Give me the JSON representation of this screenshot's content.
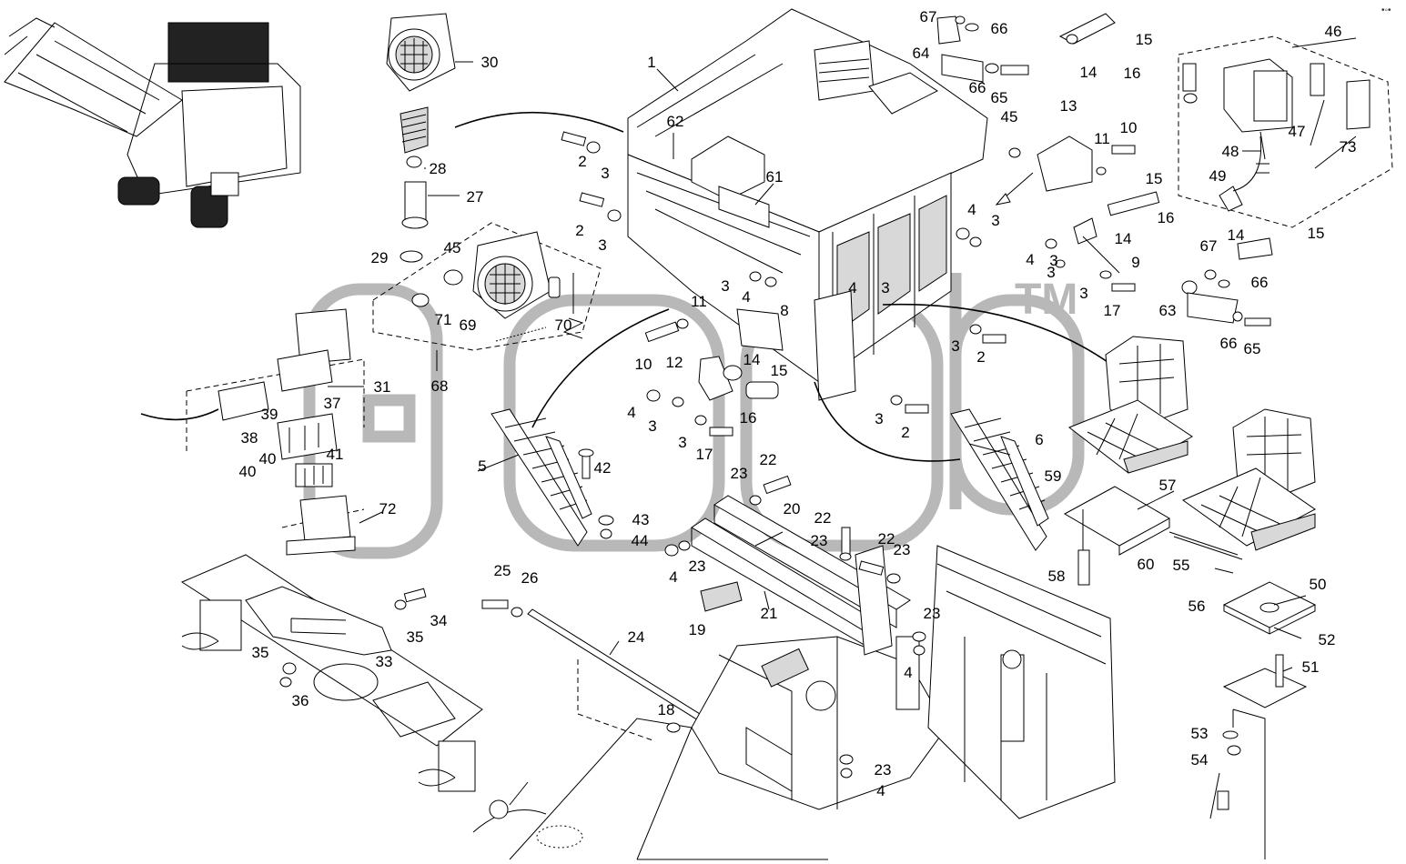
{
  "diagram": {
    "watermark_text": "TM",
    "corner_mark": "•◦•",
    "callouts": [
      {
        "id": "c1",
        "text": "1"
      },
      {
        "id": "c2a",
        "text": "2"
      },
      {
        "id": "c2b",
        "text": "2"
      },
      {
        "id": "c2c",
        "text": "2"
      },
      {
        "id": "c2d",
        "text": "2"
      },
      {
        "id": "c3a",
        "text": "3"
      },
      {
        "id": "c3b",
        "text": "3"
      },
      {
        "id": "c3c",
        "text": "3"
      },
      {
        "id": "c3d",
        "text": "3"
      },
      {
        "id": "c3e",
        "text": "3"
      },
      {
        "id": "c3f",
        "text": "3"
      },
      {
        "id": "c3g",
        "text": "3"
      },
      {
        "id": "c3h",
        "text": "3"
      },
      {
        "id": "c3i",
        "text": "3"
      },
      {
        "id": "c3j",
        "text": "3"
      },
      {
        "id": "c3k",
        "text": "3"
      },
      {
        "id": "c3l",
        "text": "3"
      },
      {
        "id": "c4a",
        "text": "4"
      },
      {
        "id": "c4b",
        "text": "4"
      },
      {
        "id": "c4c",
        "text": "4"
      },
      {
        "id": "c4d",
        "text": "4"
      },
      {
        "id": "c4e",
        "text": "4"
      },
      {
        "id": "c4f",
        "text": "4"
      },
      {
        "id": "c4g",
        "text": "4"
      },
      {
        "id": "c4h",
        "text": "4"
      },
      {
        "id": "c5",
        "text": "5"
      },
      {
        "id": "c6",
        "text": "6"
      },
      {
        "id": "c8",
        "text": "8"
      },
      {
        "id": "c9",
        "text": "9"
      },
      {
        "id": "c10a",
        "text": "10"
      },
      {
        "id": "c10b",
        "text": "10"
      },
      {
        "id": "c11a",
        "text": "11"
      },
      {
        "id": "c11b",
        "text": "11"
      },
      {
        "id": "c12",
        "text": "12"
      },
      {
        "id": "c13",
        "text": "13"
      },
      {
        "id": "c14a",
        "text": "14"
      },
      {
        "id": "c14b",
        "text": "14"
      },
      {
        "id": "c14c",
        "text": "14"
      },
      {
        "id": "c14d",
        "text": "14"
      },
      {
        "id": "c15a",
        "text": "15"
      },
      {
        "id": "c15b",
        "text": "15"
      },
      {
        "id": "c15c",
        "text": "15"
      },
      {
        "id": "c15d",
        "text": "15"
      },
      {
        "id": "c16a",
        "text": "16"
      },
      {
        "id": "c16b",
        "text": "16"
      },
      {
        "id": "c16c",
        "text": "16"
      },
      {
        "id": "c17a",
        "text": "17"
      },
      {
        "id": "c17b",
        "text": "17"
      },
      {
        "id": "c18",
        "text": "18"
      },
      {
        "id": "c19",
        "text": "19"
      },
      {
        "id": "c20",
        "text": "20"
      },
      {
        "id": "c21",
        "text": "21"
      },
      {
        "id": "c22a",
        "text": "22"
      },
      {
        "id": "c22b",
        "text": "22"
      },
      {
        "id": "c22c",
        "text": "22"
      },
      {
        "id": "c23a",
        "text": "23"
      },
      {
        "id": "c23b",
        "text": "23"
      },
      {
        "id": "c23c",
        "text": "23"
      },
      {
        "id": "c23d",
        "text": "23"
      },
      {
        "id": "c23e",
        "text": "23"
      },
      {
        "id": "c23f",
        "text": "23"
      },
      {
        "id": "c24",
        "text": "24"
      },
      {
        "id": "c25",
        "text": "25"
      },
      {
        "id": "c26",
        "text": "26"
      },
      {
        "id": "c27",
        "text": "27"
      },
      {
        "id": "c28",
        "text": "28"
      },
      {
        "id": "c29",
        "text": "29"
      },
      {
        "id": "c30",
        "text": "30"
      },
      {
        "id": "c31",
        "text": "31"
      },
      {
        "id": "c33",
        "text": "33"
      },
      {
        "id": "c34",
        "text": "34"
      },
      {
        "id": "c35a",
        "text": "35"
      },
      {
        "id": "c35b",
        "text": "35"
      },
      {
        "id": "c36",
        "text": "36"
      },
      {
        "id": "c37",
        "text": "37"
      },
      {
        "id": "c38",
        "text": "38"
      },
      {
        "id": "c39",
        "text": "39"
      },
      {
        "id": "c40a",
        "text": "40"
      },
      {
        "id": "c40b",
        "text": "40"
      },
      {
        "id": "c41",
        "text": "41"
      },
      {
        "id": "c42",
        "text": "42"
      },
      {
        "id": "c43",
        "text": "43"
      },
      {
        "id": "c44",
        "text": "44"
      },
      {
        "id": "c45a",
        "text": "45"
      },
      {
        "id": "c45b",
        "text": "45"
      },
      {
        "id": "c46",
        "text": "46"
      },
      {
        "id": "c47",
        "text": "47"
      },
      {
        "id": "c48",
        "text": "48"
      },
      {
        "id": "c49",
        "text": "49"
      },
      {
        "id": "c50",
        "text": "50"
      },
      {
        "id": "c51",
        "text": "51"
      },
      {
        "id": "c52",
        "text": "52"
      },
      {
        "id": "c53",
        "text": "53"
      },
      {
        "id": "c54",
        "text": "54"
      },
      {
        "id": "c55",
        "text": "55"
      },
      {
        "id": "c56",
        "text": "56"
      },
      {
        "id": "c57",
        "text": "57"
      },
      {
        "id": "c58",
        "text": "58"
      },
      {
        "id": "c59",
        "text": "59"
      },
      {
        "id": "c60",
        "text": "60"
      },
      {
        "id": "c61",
        "text": "61"
      },
      {
        "id": "c62",
        "text": "62"
      },
      {
        "id": "c63",
        "text": "63"
      },
      {
        "id": "c64",
        "text": "64"
      },
      {
        "id": "c65a",
        "text": "65"
      },
      {
        "id": "c65b",
        "text": "65"
      },
      {
        "id": "c66a",
        "text": "66"
      },
      {
        "id": "c66b",
        "text": "66"
      },
      {
        "id": "c66c",
        "text": "66"
      },
      {
        "id": "c66d",
        "text": "66"
      },
      {
        "id": "c67a",
        "text": "67"
      },
      {
        "id": "c67b",
        "text": "67"
      },
      {
        "id": "c68",
        "text": "68"
      },
      {
        "id": "c69",
        "text": "69"
      },
      {
        "id": "c70",
        "text": "70"
      },
      {
        "id": "c71",
        "text": "71"
      },
      {
        "id": "c72",
        "text": "72"
      },
      {
        "id": "c73",
        "text": "73"
      }
    ]
  }
}
